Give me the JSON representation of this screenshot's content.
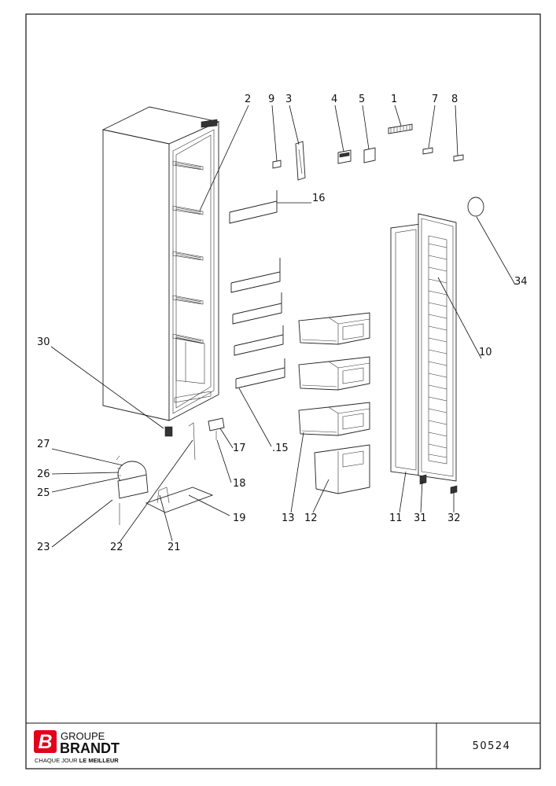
{
  "diagram": {
    "callouts": {
      "c1": "1",
      "c2": "2",
      "c3": "3",
      "c4": "4",
      "c5": "5",
      "c7": "7",
      "c8": "8",
      "c9": "9",
      "c10": "10",
      "c11": "11",
      "c12": "12",
      "c13": "13",
      "c15": ".15",
      "c16": "16",
      "c17": "17",
      "c18": "18",
      "c19": "19",
      "c21": "21",
      "c22": "22",
      "c23": "23",
      "c25": "25",
      "c26": "26",
      "c27": "27",
      "c30": "30",
      "c31": "31",
      "c32": "32",
      "c34": "34"
    }
  },
  "title_block": {
    "brand_group": "GROUPE",
    "brand_name": "BRANDT",
    "tagline_prefix": "CHAQUE JOUR ",
    "tagline_emphasis": "LE MEILLEUR",
    "logo_letter": "B",
    "drawing_number": "50524"
  },
  "colors": {
    "line": "#111111",
    "logo_red": "#e2001a",
    "background": "#ffffff"
  }
}
